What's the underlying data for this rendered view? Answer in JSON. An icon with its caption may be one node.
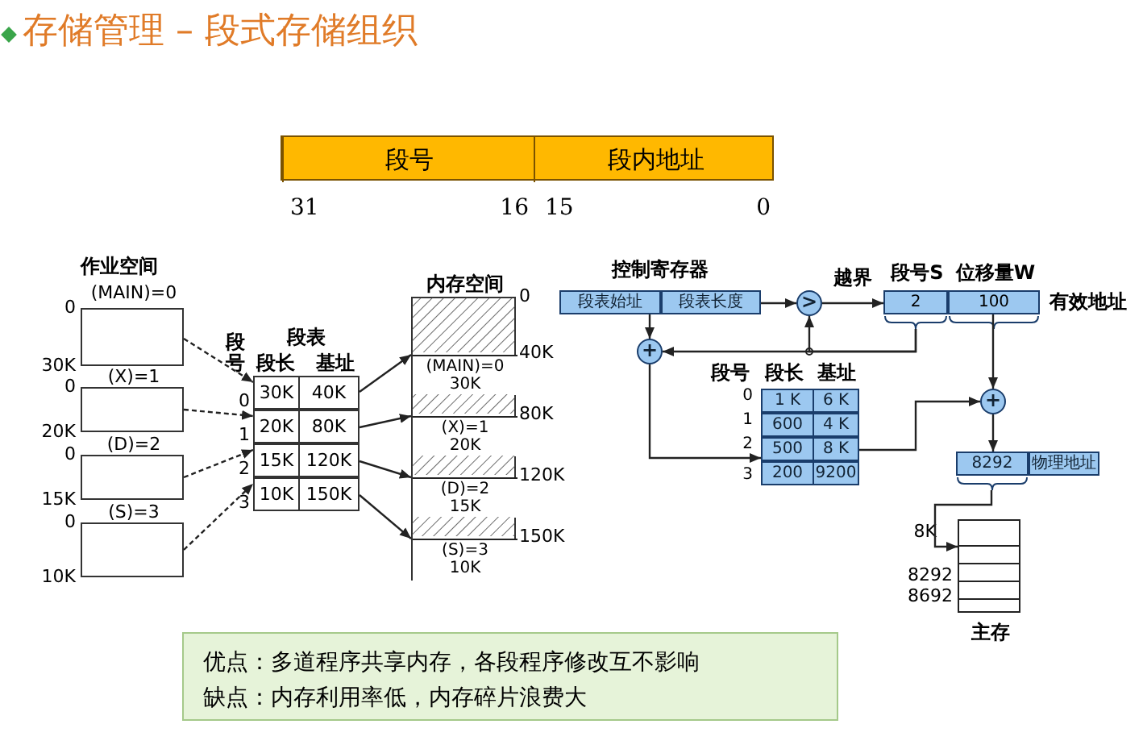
{
  "diagram": {
    "title": "存储管理 – 段式存储组织",
    "nodes": [
      {
        "text": [],
        "shape": "bar"
      },
      {
        "text": [
          "段号"
        ],
        "in": 0,
        "beside": [
          "31",
          "16"
        ]
      },
      {
        "text": [
          "段内地址"
        ],
        "in": 0,
        "beside": [
          "15",
          "0"
        ]
      },
      {
        "text": [
          "(MAIN)=0"
        ],
        "beside": [
          "0",
          "30K"
        ]
      },
      {
        "text": [
          "(X)=1"
        ],
        "beside": [
          "0",
          "20K"
        ]
      },
      {
        "text": [
          "(D)=2"
        ],
        "beside": [
          "0",
          "15K"
        ]
      },
      {
        "text": [
          "(S)=3"
        ],
        "beside": [
          "0",
          "10K"
        ]
      },
      {
        "text": [
          "段表",
          "段长",
          "基址"
        ]
      },
      {
        "text": [
          "30K",
          "40K"
        ],
        "in": 7,
        "beside": [
          "0"
        ]
      },
      {
        "text": [
          "20K",
          "80K"
        ],
        "in": 7,
        "beside": [
          "1"
        ]
      },
      {
        "text": [
          "15K",
          "120K"
        ],
        "in": 7,
        "beside": [
          "2"
        ]
      },
      {
        "text": [
          "10K",
          "150K"
        ],
        "in": 7,
        "beside": [
          "3"
        ]
      },
      {
        "text": [
          "内存空间"
        ]
      },
      {
        "text": [
          "(MAIN)=0",
          "30K"
        ],
        "in": 12
      },
      {
        "text": [
          "(X)=1",
          "20K"
        ],
        "in": 12
      },
      {
        "text": [
          "(D)=2",
          "15K"
        ],
        "in": 12
      },
      {
        "text": [
          "(S)=3",
          "10K"
        ],
        "in": 12
      },
      {
        "text": [
          "控制寄存器"
        ]
      },
      {
        "text": [
          "段表始址"
        ],
        "in": 17
      },
      {
        "text": [
          "段表长度"
        ],
        "in": 17
      },
      {
        "text": [
          ">"
        ]
      },
      {
        "text": [
          "有效地址"
        ]
      },
      {
        "text": [
          "段号S",
          "2"
        ],
        "in": 21
      },
      {
        "text": [
          "位移量W",
          "100"
        ],
        "in": 21
      },
      {
        "text": [
          "+"
        ]
      },
      {
        "text": [
          "段号",
          "段长",
          "基址"
        ]
      },
      {
        "text": [
          "1 K",
          "6 K"
        ],
        "in": 25,
        "beside": [
          "0"
        ]
      },
      {
        "text": [
          "600",
          "4 K"
        ],
        "in": 25,
        "beside": [
          "1"
        ]
      },
      {
        "text": [
          "500",
          "8 K"
        ],
        "in": 25,
        "beside": [
          "2"
        ]
      },
      {
        "text": [
          "200",
          "9200"
        ],
        "in": 25,
        "beside": [
          "3"
        ]
      },
      {
        "text": [
          "+"
        ]
      },
      {
        "text": [],
        "shape": "box"
      },
      {
        "text": [
          "8292"
        ],
        "in": 31
      },
      {
        "text": [
          "物理地址"
        ],
        "in": 31
      },
      {
        "text": [
          "主存"
        ],
        "beside": [
          "8K",
          "8292",
          "8692"
        ]
      },
      {
        "text": [
          "优点：多道程序共享内存，各段程序修改互不影响",
          "缺点：内存利用率低，内存碎片浪费大"
        ]
      }
    ],
    "edges": [
      {
        "from": 3,
        "to": 8,
        "arrow": "to",
        "style": "dashed"
      },
      {
        "from": 4,
        "to": 9,
        "arrow": "to",
        "style": "dashed"
      },
      {
        "from": 5,
        "to": 10,
        "arrow": "to",
        "style": "dashed"
      },
      {
        "from": 6,
        "to": 11,
        "arrow": "to",
        "style": "dashed"
      },
      {
        "from": 8,
        "to": 13,
        "arrow": "to"
      },
      {
        "from": 9,
        "to": 14,
        "arrow": "to"
      },
      {
        "from": 10,
        "to": 15,
        "arrow": "to"
      },
      {
        "from": 11,
        "to": 16,
        "arrow": "to"
      },
      {
        "from": 19,
        "to": 20,
        "arrow": "to"
      },
      {
        "from": 20,
        "to": 22,
        "arrow": "to",
        "label": "越界"
      },
      {
        "from": 22,
        "to": 20,
        "arrow": "to"
      },
      {
        "from": 22,
        "to": 24,
        "arrow": "to"
      },
      {
        "from": 18,
        "to": 24,
        "arrow": "to"
      },
      {
        "from": 24,
        "to": 28,
        "arrow": "to"
      },
      {
        "from": 28,
        "to": 30,
        "arrow": "to"
      },
      {
        "from": 23,
        "to": 30,
        "arrow": "to"
      },
      {
        "from": 30,
        "to": 32,
        "arrow": "to"
      },
      {
        "from": 32,
        "to": 34,
        "arrow": "to"
      }
    ],
    "labels": [
      "作业空间",
      "段号",
      "0",
      "40K",
      "80K",
      "120K",
      "150K"
    ]
  }
}
